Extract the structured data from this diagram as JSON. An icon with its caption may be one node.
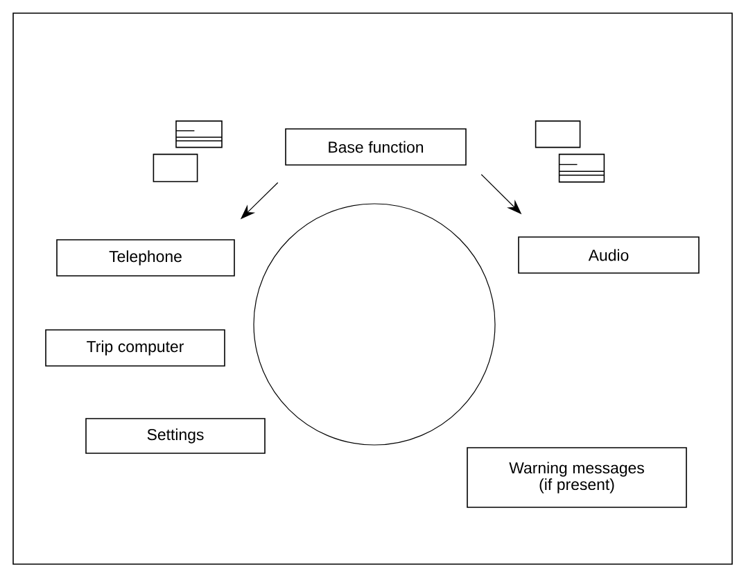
{
  "diagram": {
    "nodes": [
      {
        "text": [
          "Base function"
        ]
      },
      {
        "text": [
          "Telephone"
        ]
      },
      {
        "text": [
          "Audio"
        ]
      },
      {
        "text": [],
        "shape": "circle"
      },
      {
        "text": [
          "Trip computer"
        ]
      },
      {
        "text": [
          "Settings"
        ]
      },
      {
        "text": [
          "Warning messages (if present)"
        ]
      }
    ],
    "edges": [
      {
        "from": 0,
        "to": 1,
        "arrow": "to"
      },
      {
        "from": 0,
        "to": 2,
        "arrow": "to"
      }
    ]
  }
}
